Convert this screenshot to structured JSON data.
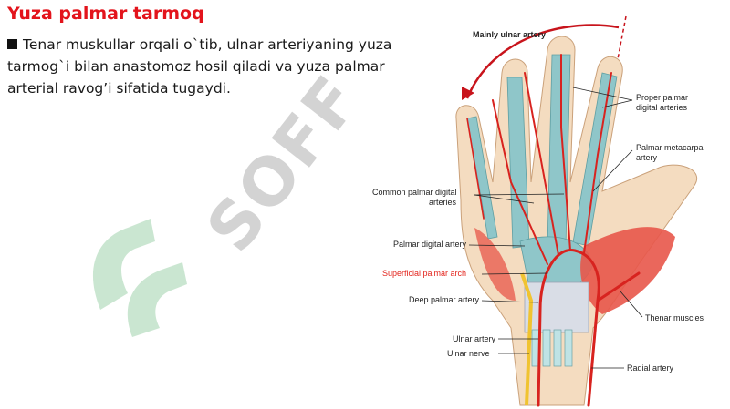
{
  "slide": {
    "title": "Yuza palmar tarmoq",
    "body": "Tenar muskullar orqali o`tib, ulnar arteriyaning yuza tarmog`i bilan anastomoz hosil qiladi va yuza palmar arterial ravog’i sifatida tugaydi."
  },
  "watermark": {
    "text": "SOFF"
  },
  "figure": {
    "labels": {
      "mainly_ulnar": "Mainly ulnar artery",
      "proper_palmar_1": "Proper palmar",
      "proper_palmar_2": "digital arteries",
      "palmar_metacarpal_1": "Palmar metacarpal",
      "palmar_metacarpal_2": "artery",
      "common_palmar_1": "Common palmar digital",
      "common_palmar_2": "arteries",
      "palmar_digital": "Palmar digital artery",
      "superficial_arch": "Superficial palmar arch",
      "deep_arch": "Deep palmar artery",
      "thenar": "Thenar muscles",
      "ulnar_artery": "Ulnar artery",
      "ulnar_nerve": "Ulnar nerve",
      "radial_artery": "Radial artery"
    }
  },
  "colors": {
    "title": "#e3141c",
    "artery": "#d8231f",
    "tendon": "#8fc6c9",
    "skin": "#f4dcc0",
    "muscle": "#e8574a"
  }
}
